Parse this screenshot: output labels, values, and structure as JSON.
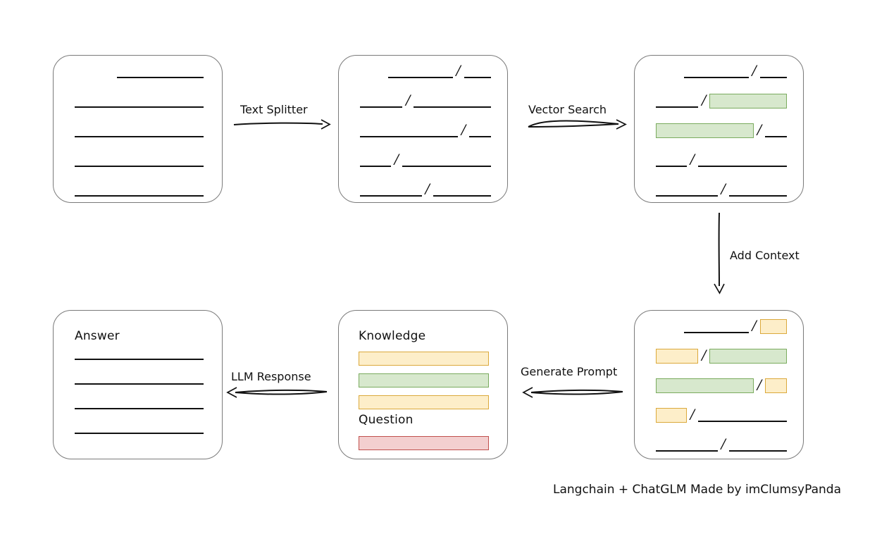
{
  "diagram": {
    "caption": "Langchain + ChatGLM Made by imClumsyPanda",
    "colors": {
      "green_fill": "#d7e8cd",
      "green_border": "#7aab5e",
      "yellow_fill": "#fdeec9",
      "yellow_border": "#dba93c",
      "red_fill": "#f3cfcf",
      "red_border": "#c0504d",
      "box_border": "#7a7a7a",
      "rule": "#111111"
    },
    "nodes": {
      "source_document": {
        "title": "",
        "lines": [
          {
            "segments": [
              {
                "type": "indent",
                "width": 33
              },
              {
                "type": "rule",
                "width": 67
              }
            ]
          },
          {
            "segments": [
              {
                "type": "rule",
                "width": 100
              }
            ]
          },
          {
            "segments": [
              {
                "type": "rule",
                "width": 100
              }
            ]
          },
          {
            "segments": [
              {
                "type": "rule",
                "width": 100
              }
            ]
          },
          {
            "segments": [
              {
                "type": "rule",
                "width": 100
              }
            ]
          }
        ]
      },
      "split_chunks": {
        "title": "",
        "lines": [
          {
            "segments": [
              {
                "type": "indent",
                "width": 22
              },
              {
                "type": "rule",
                "width": 50
              },
              {
                "type": "slash"
              },
              {
                "type": "rule",
                "width": 21
              }
            ]
          },
          {
            "segments": [
              {
                "type": "rule",
                "width": 33
              },
              {
                "type": "slash"
              },
              {
                "type": "rule",
                "width": 60
              }
            ]
          },
          {
            "segments": [
              {
                "type": "rule",
                "width": 76
              },
              {
                "type": "slash"
              },
              {
                "type": "rule",
                "width": 17
              }
            ]
          },
          {
            "segments": [
              {
                "type": "rule",
                "width": 24
              },
              {
                "type": "slash"
              },
              {
                "type": "rule",
                "width": 69
              }
            ]
          },
          {
            "segments": [
              {
                "type": "rule",
                "width": 48
              },
              {
                "type": "slash"
              },
              {
                "type": "rule",
                "width": 45
              }
            ]
          }
        ]
      },
      "vector_matches": {
        "title": "",
        "lines": [
          {
            "segments": [
              {
                "type": "indent",
                "width": 22
              },
              {
                "type": "rule",
                "width": 50
              },
              {
                "type": "slash"
              },
              {
                "type": "rule",
                "width": 21
              }
            ]
          },
          {
            "segments": [
              {
                "type": "rule",
                "width": 33
              },
              {
                "type": "slash"
              },
              {
                "type": "chip-green",
                "width": 60
              }
            ]
          },
          {
            "segments": [
              {
                "type": "chip-green",
                "width": 76
              },
              {
                "type": "slash"
              },
              {
                "type": "rule",
                "width": 17
              }
            ]
          },
          {
            "segments": [
              {
                "type": "rule",
                "width": 24
              },
              {
                "type": "slash"
              },
              {
                "type": "rule",
                "width": 69
              }
            ]
          },
          {
            "segments": [
              {
                "type": "rule",
                "width": 48
              },
              {
                "type": "slash"
              },
              {
                "type": "rule",
                "width": 45
              }
            ]
          }
        ]
      },
      "context_chunks": {
        "title": "",
        "lines": [
          {
            "segments": [
              {
                "type": "indent",
                "width": 22
              },
              {
                "type": "rule",
                "width": 50
              },
              {
                "type": "slash"
              },
              {
                "type": "chip-yellow",
                "width": 21
              }
            ]
          },
          {
            "segments": [
              {
                "type": "chip-yellow",
                "width": 33
              },
              {
                "type": "slash"
              },
              {
                "type": "chip-green",
                "width": 60
              }
            ]
          },
          {
            "segments": [
              {
                "type": "chip-green",
                "width": 76
              },
              {
                "type": "slash"
              },
              {
                "type": "chip-yellow",
                "width": 17
              }
            ]
          },
          {
            "segments": [
              {
                "type": "chip-yellow",
                "width": 24
              },
              {
                "type": "slash"
              },
              {
                "type": "rule",
                "width": 69
              }
            ]
          },
          {
            "segments": [
              {
                "type": "rule",
                "width": 48
              },
              {
                "type": "slash"
              },
              {
                "type": "rule",
                "width": 45
              }
            ]
          }
        ]
      },
      "prompt": {
        "knowledge_title": "Knowledge",
        "question_title": "Question",
        "knowledge_bars": [
          "yellow",
          "green",
          "yellow"
        ],
        "question_bars": [
          "red"
        ]
      },
      "answer": {
        "title": "Answer",
        "line_count": 4
      }
    },
    "edges": [
      {
        "label": "Text Splitter",
        "direction": "right"
      },
      {
        "label": "Vector Search",
        "direction": "right"
      },
      {
        "label": "Add Context",
        "direction": "down"
      },
      {
        "label": "Generate Prompt",
        "direction": "left"
      },
      {
        "label": "LLM Response",
        "direction": "left"
      }
    ]
  }
}
